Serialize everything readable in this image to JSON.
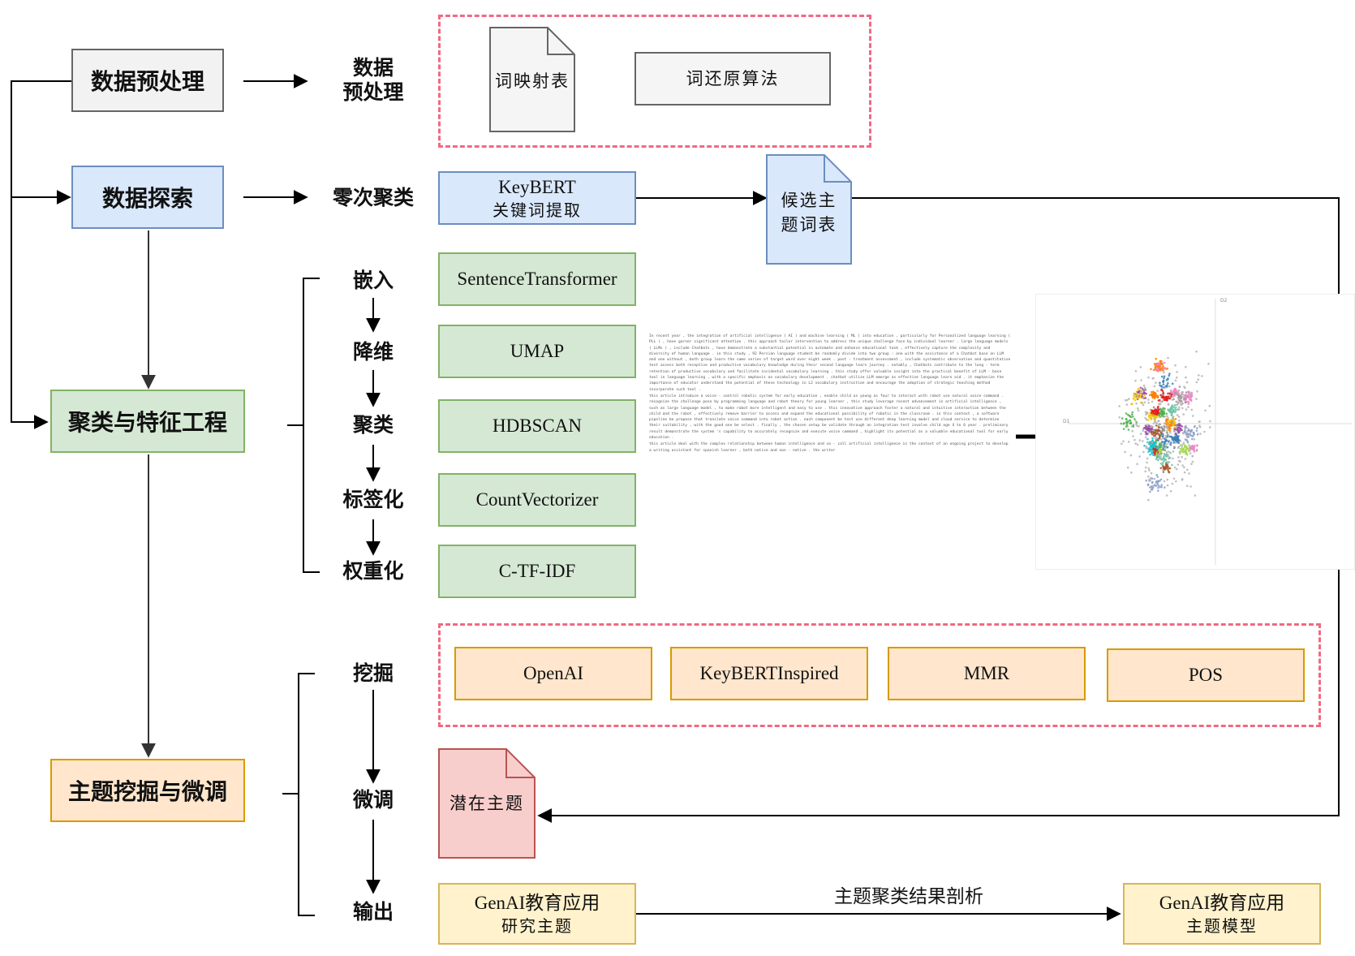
{
  "stages": {
    "preprocess": "数据预处理",
    "explore": "数据探索",
    "cluster": "聚类与特征工程",
    "topic": "主题挖掘与微调"
  },
  "steps": {
    "data_pre_line1": "数据",
    "data_pre_line2": "预处理",
    "zero_shot": "零次聚类",
    "embed": "嵌入",
    "reduce": "降维",
    "clustering": "聚类",
    "tokenize": "标签化",
    "weighting": "权重化",
    "mining": "挖掘",
    "finetune": "微调",
    "output": "输出"
  },
  "preprocess_items": {
    "mapping_table": "词映射表",
    "lemmatize": "词还原算法"
  },
  "explore_items": {
    "keybert_line1": "KeyBERT",
    "keybert_line2": "关键词提取",
    "candidate_line1": "候选主",
    "candidate_line2": "题词表"
  },
  "pipeline": {
    "embed": "SentenceTransformer",
    "reduce": "UMAP",
    "cluster": "HDBSCAN",
    "tokenize": "CountVectorizer",
    "weight": "C-TF-IDF"
  },
  "representations": [
    "OpenAI",
    "KeyBERTInspired",
    "MMR",
    "POS"
  ],
  "latent_topics": "潜在主题",
  "outputs": {
    "research_line1": "GenAI教育应用",
    "research_line2": "研究主题",
    "model_line1": "GenAI教育应用",
    "model_line2": "主题模型",
    "analysis_label": "主题聚类结果剖析"
  },
  "corpus_text": [
    "In recent year , the integration of artificial intelligence ( AI ) and machine learning ( ML ) into education , particularly for Personalized language learning ( PLL ) , have garner significant attention . this approach tailor intervention to address the unique challenge face by individual learner . large language models ( LLMs ) , include Chatbots , have demonstrate a substantial potential in automate and enhance educational task , effectively capture the complexity and diversity of human language . in this study , 92 Persian language student be randomly divide into two group : one with the assistance of a Chatbot base on LLM and one without , both group learn the same series of target word over eight week . post - treatment assessment , include systematic observation and quantitative test assess both receptive and productive vocabulary knowledge during their second language learn journey . notably , Chatbots contribute to the long - term retention of productive vocabulary and facilitate incidental vocabulary learning . this study offer valuable insight into the practical benefit of LLM - base tool in language learning , with a specific emphasis on vocabulary development . chatbot utilize LLM emerge as effective language learn aid . it emphasize the importance of educator understand the potential of these technology in L2 vocabulary instruction and encourage the adoption of strategic teaching method incorporate such tool .",
    "this article introduce a voice - control robotic system for early education , enable child as young as four to interact with robot use natural voice command . recognize the challenge pose by programming language and robot theory for young learner , this study leverage recent advancement in artificial intelligence , such as large language model , to make robot more intelligent and easy to use . this innovative approach foster a natural and intuitive interaction between the child and the robot , effectively remove barrier to access and expand the educational possibility of robotic in the classroom . in this context , a software pipeline be propose that translate voice command into robot action . each component be test use different deep learning model and cloud service to determine their suitability , with the good one be select . finally , the chosen setup be validate through an integration test involve child age 4 to 6 year . preliminary result demonstrate the system 's capability to accurately recognize and execute voice command , highlight its potential as a valuable educational tool for early education .",
    "this article deal with the complex relationship between human intelligence and so - call artificial intelligence in the context of an ongoing project to develop a writing assistant for spanish learner , both native and non - native . the writer"
  ],
  "scatter_axes": {
    "top": "D2",
    "left": "D1"
  },
  "colors": {
    "stage_gray": "#f2f2f2",
    "stage_blue": "#dae8fc",
    "stage_green": "#d5e8d4",
    "stage_orange": "#ffe6cc",
    "output_yellow": "#fff2cc",
    "latent_red": "#f8cecc",
    "dashed_pink": "#f06a82"
  }
}
